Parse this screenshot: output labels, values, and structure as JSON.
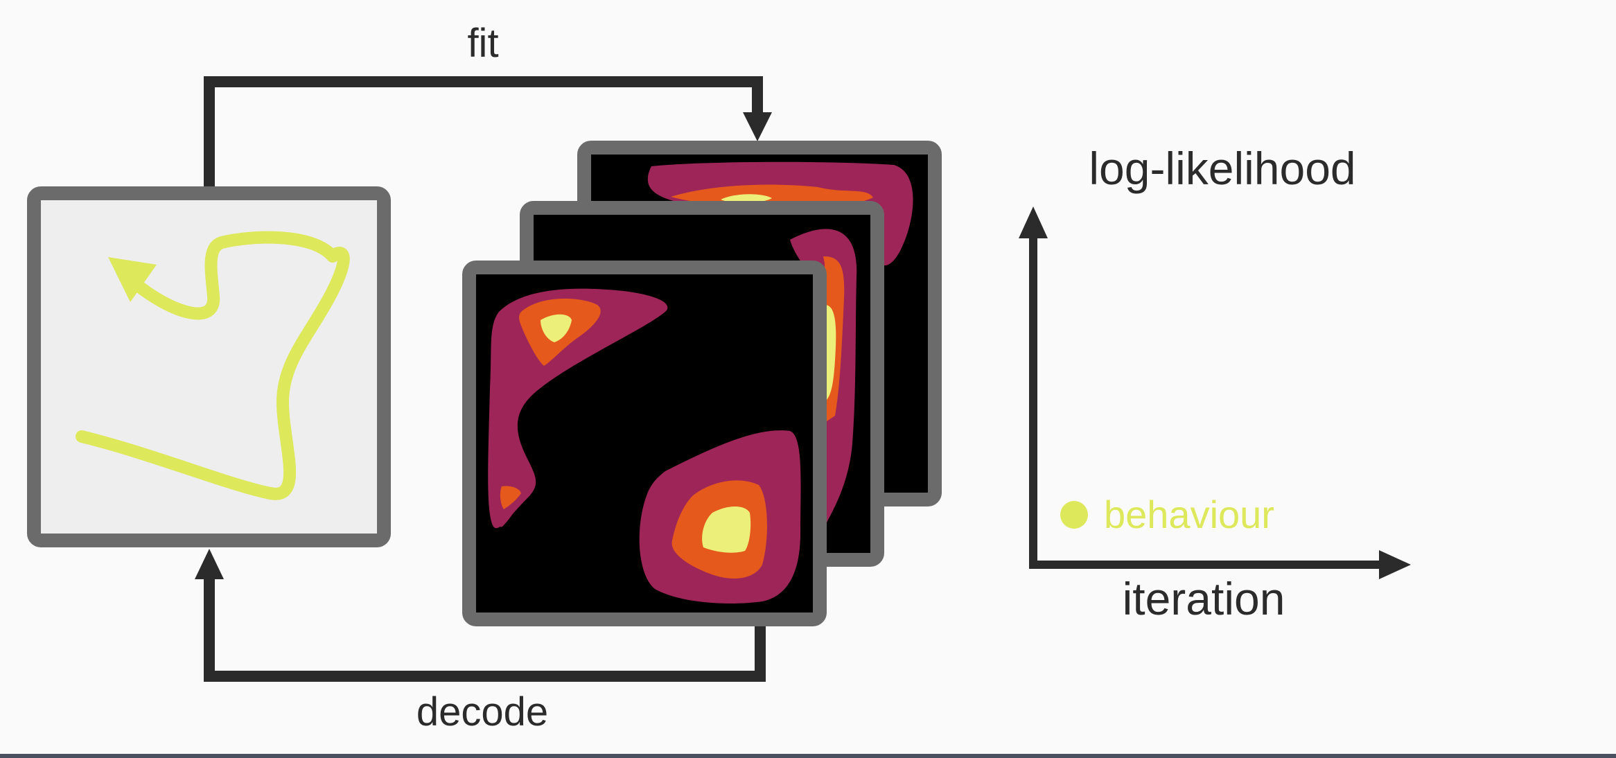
{
  "labels": {
    "fit": "fit",
    "decode": "decode",
    "y_axis": "log-likelihood",
    "x_axis": "iteration",
    "legend_behaviour": "behaviour"
  },
  "colors": {
    "background": "#fafafa",
    "frame": "#6b6b6b",
    "arrow": "#2b2b2b",
    "trajectory": "#dde85a",
    "map_outer": "#9e2558",
    "map_mid": "#e55a1c",
    "map_inner": "#ecf07a",
    "behaviour": "#dde85a"
  },
  "icons": {
    "trajectory_arrowhead": "arrowhead-icon",
    "legend_marker": "dot-icon"
  }
}
